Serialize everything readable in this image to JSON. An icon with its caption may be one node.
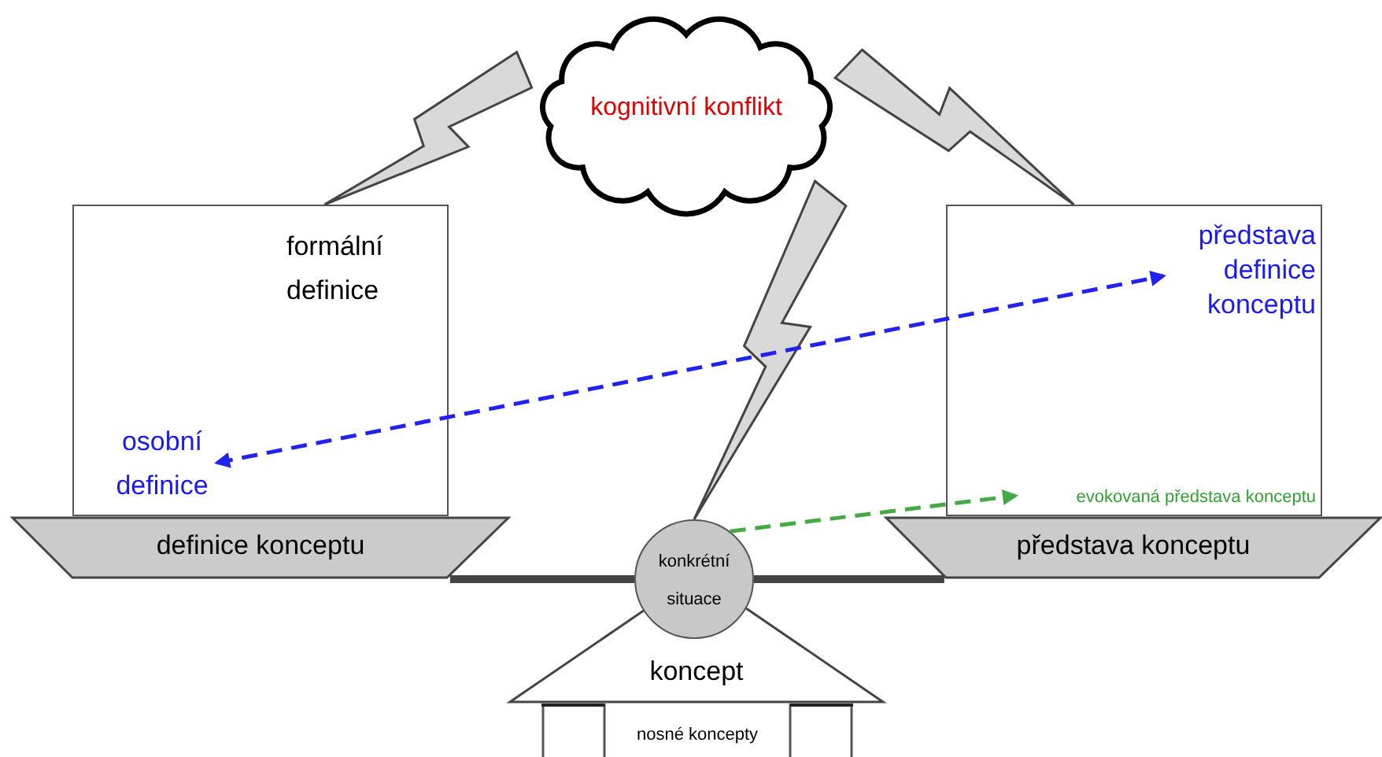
{
  "diagram": {
    "nodes": [
      {
        "text": [
          "kognitivní konflikt"
        ]
      },
      {
        "text": [
          "formální definice"
        ]
      },
      {
        "text": [
          "osobní definice"
        ],
        "in": 1
      },
      {
        "text": [],
        "shape": "box"
      },
      {
        "text": [
          "představa definice konceptu"
        ],
        "in": 3
      },
      {
        "text": [
          "evokovaná představa konceptu"
        ],
        "in": 3
      },
      {
        "text": [
          "definice konceptu"
        ]
      },
      {
        "text": [
          "představa konceptu"
        ]
      },
      {
        "text": [
          "konkrétní situace"
        ]
      },
      {
        "text": [
          "koncept"
        ]
      },
      {
        "text": [
          "nosné koncepty"
        ]
      }
    ],
    "edges": [
      {
        "from": 1,
        "to": 0,
        "arrow": "none"
      },
      {
        "from": 3,
        "to": 0,
        "arrow": "none"
      },
      {
        "from": 8,
        "to": 0,
        "arrow": "none"
      },
      {
        "from": 2,
        "to": 4,
        "arrow": "both",
        "style": "dashed",
        "color": "#2222ee"
      },
      {
        "from": 8,
        "to": 5,
        "arrow": "to",
        "style": "dashed",
        "color": "#44aa44"
      },
      {
        "from": 6,
        "to": 8,
        "arrow": "none",
        "style": "thick",
        "color": "#444444"
      },
      {
        "from": 8,
        "to": 7,
        "arrow": "none",
        "style": "thick",
        "color": "#444444"
      }
    ]
  }
}
